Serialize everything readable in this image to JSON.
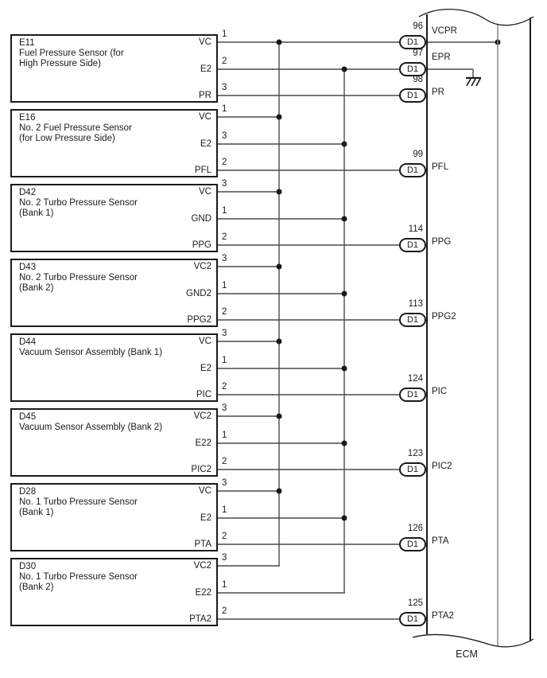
{
  "diagram": {
    "boxes": [
      {
        "id": "E11",
        "name": "Fuel Pressure Sensor (for\nHigh Pressure Side)",
        "pins": [
          {
            "wire_number": "1",
            "label": "VC"
          },
          {
            "wire_number": "2",
            "label": "E2"
          },
          {
            "wire_number": "3",
            "label": "PR"
          }
        ]
      },
      {
        "id": "E16",
        "name": "No. 2 Fuel Pressure Sensor\n(for Low Pressure Side)",
        "pins": [
          {
            "wire_number": "1",
            "label": "VC"
          },
          {
            "wire_number": "3",
            "label": "E2"
          },
          {
            "wire_number": "2",
            "label": "PFL"
          }
        ]
      },
      {
        "id": "D42",
        "name": "No. 2 Turbo Pressure Sensor\n(Bank 1)",
        "pins": [
          {
            "wire_number": "3",
            "label": "VC"
          },
          {
            "wire_number": "1",
            "label": "GND"
          },
          {
            "wire_number": "2",
            "label": "PPG"
          }
        ]
      },
      {
        "id": "D43",
        "name": "No. 2 Turbo Pressure Sensor\n(Bank 2)",
        "pins": [
          {
            "wire_number": "3",
            "label": "VC2"
          },
          {
            "wire_number": "1",
            "label": "GND2"
          },
          {
            "wire_number": "2",
            "label": "PPG2"
          }
        ]
      },
      {
        "id": "D44",
        "name": "Vacuum Sensor Assembly (Bank 1)",
        "pins": [
          {
            "wire_number": "3",
            "label": "VC"
          },
          {
            "wire_number": "1",
            "label": "E2"
          },
          {
            "wire_number": "2",
            "label": "PIC"
          }
        ]
      },
      {
        "id": "D45",
        "name": "Vacuum Sensor Assembly (Bank 2)",
        "pins": [
          {
            "wire_number": "3",
            "label": "VC2"
          },
          {
            "wire_number": "1",
            "label": "E22"
          },
          {
            "wire_number": "2",
            "label": "PIC2"
          }
        ]
      },
      {
        "id": "D28",
        "name": "No. 1 Turbo Pressure Sensor\n(Bank 1)",
        "pins": [
          {
            "wire_number": "3",
            "label": "VC"
          },
          {
            "wire_number": "1",
            "label": "E2"
          },
          {
            "wire_number": "2",
            "label": "PTA"
          }
        ]
      },
      {
        "id": "D30",
        "name": "No. 1 Turbo Pressure Sensor\n(Bank 2)",
        "pins": [
          {
            "wire_number": "3",
            "label": "VC2"
          },
          {
            "wire_number": "1",
            "label": "E22"
          },
          {
            "wire_number": "2",
            "label": "PTA2"
          }
        ]
      }
    ],
    "ecm": {
      "label": "ECM",
      "pins": [
        {
          "number": "96",
          "connector": "D1",
          "signal": "VCPR"
        },
        {
          "number": "97",
          "connector": "D1",
          "signal": "EPR"
        },
        {
          "number": "98",
          "connector": "D1",
          "signal": "PR"
        },
        {
          "number": "99",
          "connector": "D1",
          "signal": "PFL"
        },
        {
          "number": "114",
          "connector": "D1",
          "signal": "PPG"
        },
        {
          "number": "113",
          "connector": "D1",
          "signal": "PPG2"
        },
        {
          "number": "124",
          "connector": "D1",
          "signal": "PIC"
        },
        {
          "number": "123",
          "connector": "D1",
          "signal": "PIC2"
        },
        {
          "number": "126",
          "connector": "D1",
          "signal": "PTA"
        },
        {
          "number": "125",
          "connector": "D1",
          "signal": "PTA2"
        }
      ]
    },
    "colors": {
      "wire": "#4a4a4a",
      "line": "#1a1a1a",
      "ecm_inner_line": "#858585",
      "background": "#ffffff"
    }
  }
}
